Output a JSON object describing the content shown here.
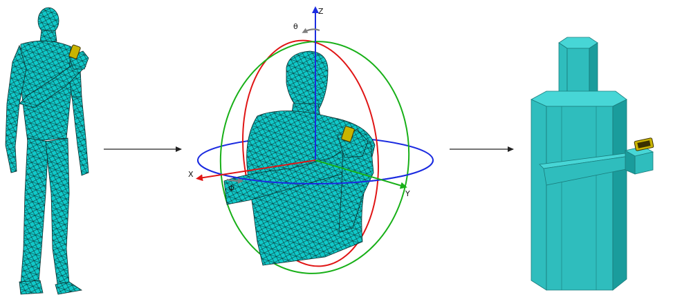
{
  "axes": {
    "z_label": "Z",
    "x_label": "X",
    "y_label": "Y",
    "theta_label": "θ",
    "phi_label": "Φ"
  },
  "colors": {
    "model_fill": "#10c8c8",
    "mesh_line": "#0a2a2a",
    "phone": "#c9b400",
    "box_light": "#47d6d6",
    "box_mid": "#2fbdbd",
    "box_dark": "#1a9c9c",
    "x_axis": "#e01515",
    "y_axis": "#18b018",
    "z_axis": "#1b2be0",
    "arrow": "#222222",
    "angle_marker": "#808080"
  },
  "icons": {
    "full_body": "human-mesh-icon",
    "torso": "torso-mesh-icon",
    "simplified": "box-model-icon",
    "phone": "phone-icon"
  }
}
